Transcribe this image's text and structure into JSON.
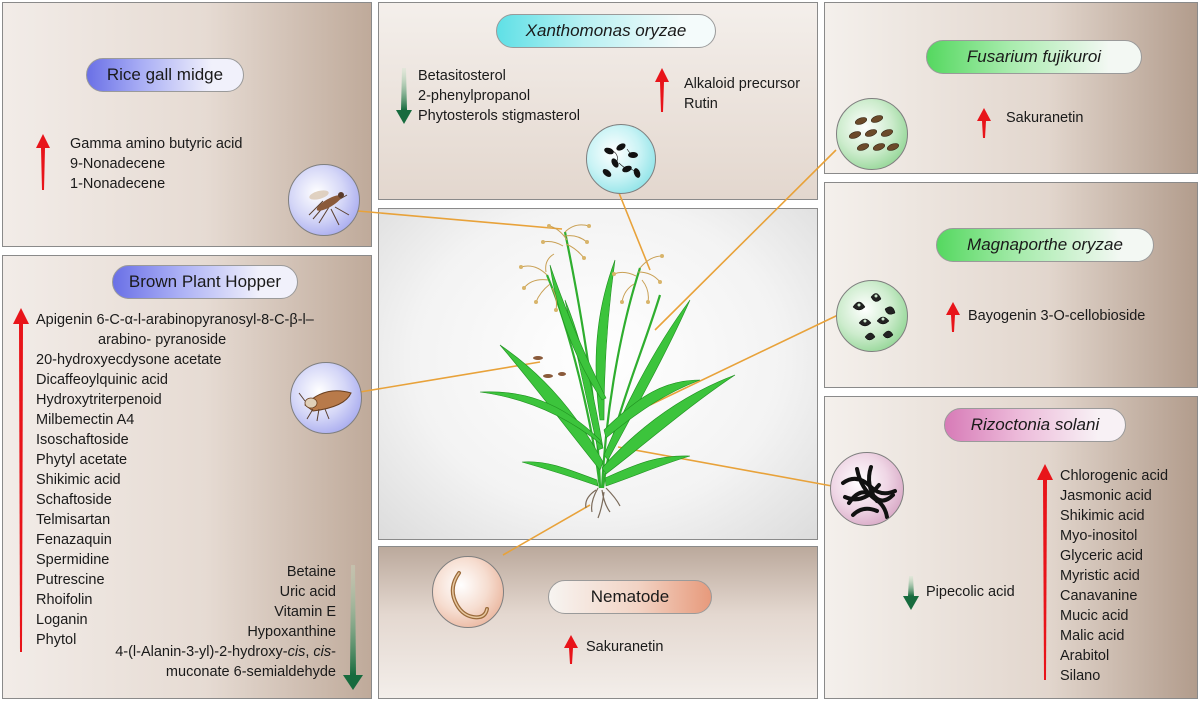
{
  "rice_gall_midge": {
    "title": "Rice gall midge",
    "up_list": [
      "Gamma amino butyric acid",
      "9-Nonadecene",
      "1-Nonadecene"
    ]
  },
  "brown_plant_hopper": {
    "title": "Brown Plant Hopper",
    "up_list": [
      "Apigenin 6-C-α-l-arabinopyranosyl-8-C-β-l–",
      "arabino- pyranoside",
      "20-hydroxyecdysone acetate",
      "Dicaffeoylquinic acid",
      "Hydroxytriterpenoid",
      "Milbemectin A4",
      "Isoschaftoside",
      "Phytyl acetate",
      "Shikimic acid",
      "Schaftoside",
      "Telmisartan",
      "Fenazaquin",
      "Spermidine",
      "Putrescine",
      "Rhoifolin",
      "Loganin",
      "Phytol"
    ],
    "down_list": [
      "Betaine",
      "Uric acid",
      "Vitamin E",
      "Hypoxanthine"
    ],
    "down_last_pre": "4-(l-Alanin-3-yl)-2-hydroxy-",
    "down_last_it1": "cis",
    "down_last_mid": ", ",
    "down_last_it2": "cis",
    "down_last_post": "-",
    "down_last_line2": "muconate 6-semialdehyde"
  },
  "xanthomonas": {
    "title": "Xanthomonas oryzae",
    "down_list": [
      "Betasitosterol",
      "2-phenylpropanol",
      "Phytosterols stigmasterol"
    ],
    "up_list": [
      "Alkaloid precursor",
      "Rutin"
    ]
  },
  "fusarium": {
    "title": "Fusarium fujikuroi",
    "up_list": [
      "Sakuranetin"
    ]
  },
  "magnaporthe": {
    "title": "Magnaporthe oryzae",
    "up_list": [
      "Bayogenin 3-O-cellobioside"
    ]
  },
  "rizoctonia": {
    "title": "Rizoctonia solani",
    "up_list": [
      "Chlorogenic acid",
      "Jasmonic acid",
      "Shikimic acid",
      "Myo-inositol",
      "Glyceric acid",
      "Myristic acid",
      "Canavanine",
      "Mucic acid",
      "Malic acid",
      "Arabitol",
      "Silano"
    ],
    "down_list": [
      "Pipecolic acid"
    ]
  },
  "nematode": {
    "title": "Nematode",
    "up_list": [
      "Sakuranetin"
    ]
  },
  "colors": {
    "up_arrow": "#e8141a",
    "down_arrow": "#176b3e",
    "connector": "#e8a23a"
  }
}
